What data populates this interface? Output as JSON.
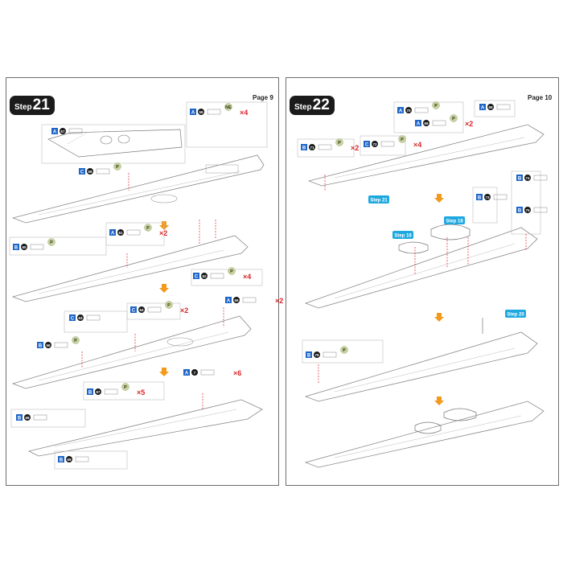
{
  "left": {
    "step_word": "Step",
    "step_number": "21",
    "page_label": "Page 9",
    "callouts": [
      {
        "letter": "A",
        "part": "57"
      },
      {
        "letter": "A",
        "part": "59",
        "tag": "NE",
        "mult": "×4"
      },
      {
        "letter": "C",
        "part": "58",
        "tag": "P"
      },
      {
        "letter": "B",
        "part": "60",
        "tag": "P"
      },
      {
        "letter": "A",
        "part": "61",
        "tag": "P",
        "mult": "×2"
      },
      {
        "letter": "C",
        "part": "62",
        "tag": "P",
        "mult": "×4"
      },
      {
        "letter": "C",
        "part": "63"
      },
      {
        "letter": "C",
        "part": "64",
        "tag": "P",
        "mult": "×2"
      },
      {
        "letter": "A",
        "part": "65",
        "mult": "×2"
      },
      {
        "letter": "B",
        "part": "66",
        "tag": "P"
      },
      {
        "letter": "A",
        "part": "7",
        "mult": "×6"
      },
      {
        "letter": "B",
        "part": "67",
        "tag": "P",
        "mult": "×5"
      },
      {
        "letter": "B",
        "part": "68"
      },
      {
        "letter": "B",
        "part": "69"
      }
    ]
  },
  "right": {
    "step_word": "Step",
    "step_number": "22",
    "page_label": "Page 10",
    "callouts": [
      {
        "letter": "A",
        "part": "70",
        "tag": "P"
      },
      {
        "letter": "A",
        "part": "69",
        "tag": "P",
        "mult": "×2"
      },
      {
        "letter": "A",
        "part": "68"
      },
      {
        "letter": "B",
        "part": "71",
        "tag": "P",
        "mult": "×2"
      },
      {
        "letter": "C",
        "part": "72",
        "tag": "P",
        "mult": "×4"
      },
      {
        "letter": "B",
        "part": "73"
      },
      {
        "letter": "B",
        "part": "74"
      },
      {
        "letter": "B",
        "part": "75"
      },
      {
        "letter": "B",
        "part": "76",
        "tag": "P"
      }
    ],
    "ref_steps": [
      "Step 21",
      "Step 18",
      "Step 16",
      "Step 20"
    ]
  },
  "colors": {
    "blue": "#1e66c8",
    "red": "#d9262b",
    "green": "#2e9a4a",
    "orange": "#f39a1c",
    "ref": "#1ea8e0"
  }
}
